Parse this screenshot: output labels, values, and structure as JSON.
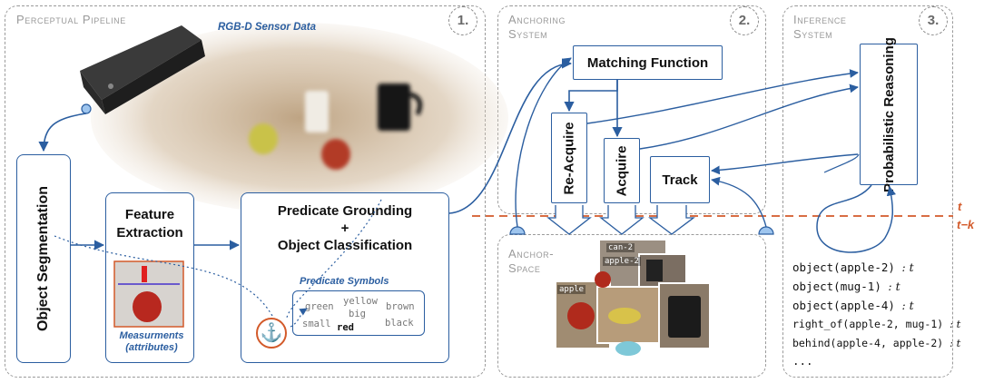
{
  "panels": {
    "perceptual": {
      "title": "Perceptual Pipeline",
      "num": "1."
    },
    "anchoring": {
      "title_line1": "Anchoring",
      "title_line2": "System",
      "num": "2."
    },
    "inference": {
      "title_line1": "Inference",
      "title_line2": "System",
      "num": "3."
    }
  },
  "sensor_label": "RGB-D Sensor Data",
  "boxes": {
    "object_segmentation": "Object Segmentation",
    "feature_extraction": "Feature Extraction",
    "predicate_grounding": "Predicate Grounding",
    "plus": "+",
    "object_classification": "Object Classification",
    "matching_function": "Matching Function",
    "re_acquire": "Re-Acquire",
    "acquire": "Acquire",
    "track": "Track",
    "probabilistic_reasoning": "Probabilistic Reasoning"
  },
  "measurements_label": "Measurments (attributes)",
  "predicate_symbols": {
    "title": "Predicate Symbols",
    "words": [
      "green",
      "yellow",
      "brown",
      "big",
      "small",
      "red",
      "black"
    ]
  },
  "anchor_space": {
    "line1": "Anchor-",
    "line2": "Space"
  },
  "anchor_tags": [
    "can-2",
    "apple-2",
    "apple"
  ],
  "time_labels": {
    "t": "t",
    "tk": "t−k"
  },
  "logic": [
    {
      "pred": "object",
      "args": "apple-2"
    },
    {
      "pred": "object",
      "args": "mug-1"
    },
    {
      "pred": "object",
      "args": "apple-4"
    },
    {
      "pred": "right_of",
      "args": "apple-2, mug-1"
    },
    {
      "pred": "behind",
      "args": "apple-4, apple-2"
    }
  ],
  "logic_suffix": ": t",
  "logic_ellipsis": "...",
  "colors": {
    "blue": "#2b5ea0",
    "orange": "#d35a2a",
    "gray": "#9a9a9a"
  }
}
